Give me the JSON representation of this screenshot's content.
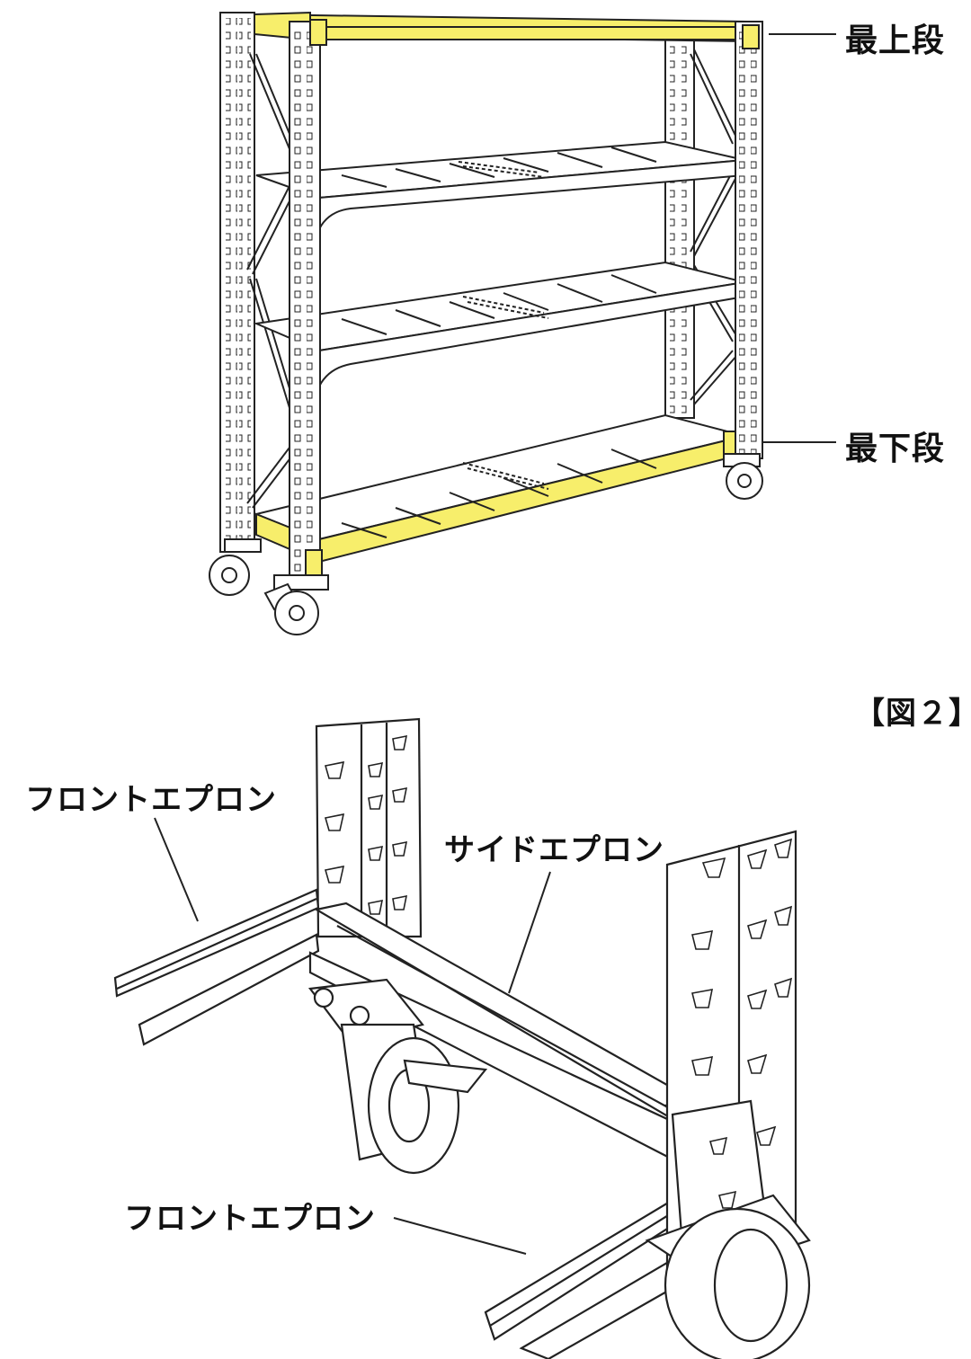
{
  "figure1": {
    "labels": {
      "top_shelf": "最上段",
      "bottom_shelf": "最下段"
    },
    "highlight_color": "#f7ee6b"
  },
  "figure2": {
    "title": "【図２】",
    "labels": {
      "front_apron_upper": "フロントエプロン",
      "side_apron": "サイドエプロン",
      "front_apron_lower": "フロントエプロン"
    }
  }
}
